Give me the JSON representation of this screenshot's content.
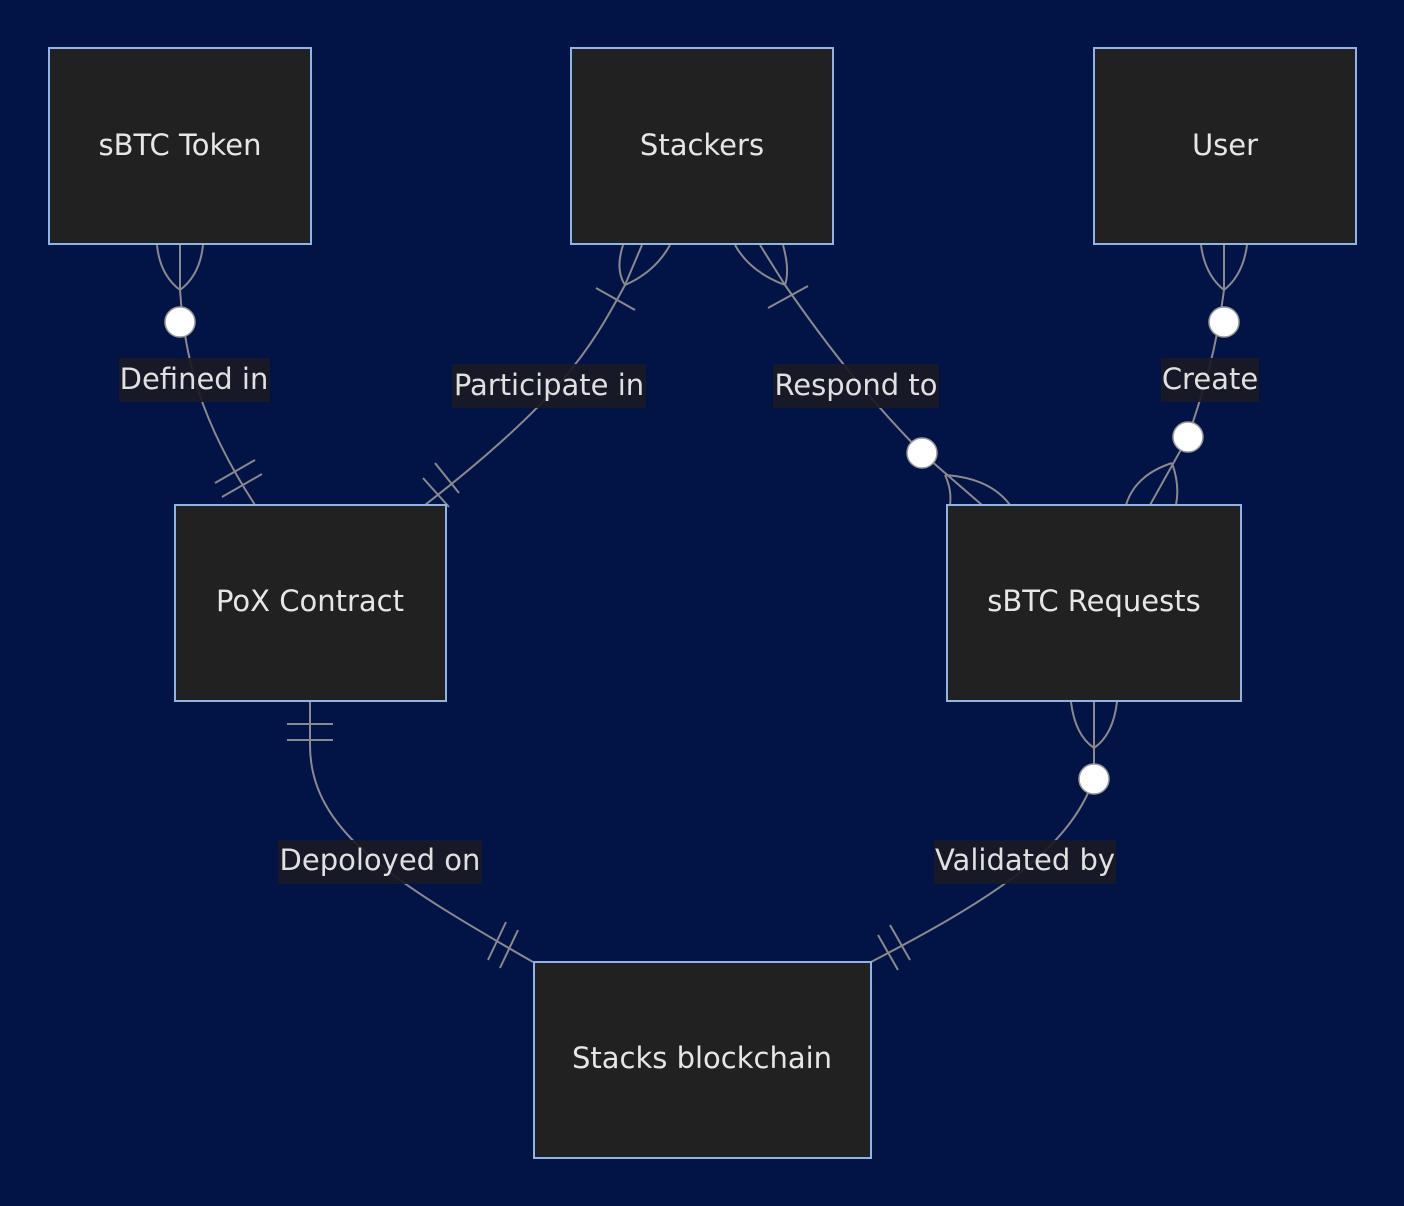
{
  "diagram": {
    "type": "entity-relationship",
    "colors": {
      "background": "#021346",
      "entity_fill": "#212121",
      "entity_border": "#8fb4e6",
      "line": "#8a8a8a",
      "text": "#e6e6e6"
    },
    "entities": [
      {
        "id": "sbtc_token",
        "label": "sBTC Token"
      },
      {
        "id": "stackers",
        "label": "Stackers"
      },
      {
        "id": "user",
        "label": "User"
      },
      {
        "id": "pox_contract",
        "label": "PoX Contract"
      },
      {
        "id": "sbtc_requests",
        "label": "sBTC Requests"
      },
      {
        "id": "stacks_blockchain",
        "label": "Stacks blockchain"
      }
    ],
    "relationships": [
      {
        "from": "sbtc_token",
        "to": "pox_contract",
        "label": "Defined in",
        "from_cardinality": "zero-or-many",
        "to_cardinality": "exactly-one"
      },
      {
        "from": "stackers",
        "to": "pox_contract",
        "label": "Participate in",
        "from_cardinality": "one-or-many",
        "to_cardinality": "exactly-one"
      },
      {
        "from": "stackers",
        "to": "sbtc_requests",
        "label": "Respond to",
        "from_cardinality": "one-or-many",
        "to_cardinality": "zero-or-many"
      },
      {
        "from": "user",
        "to": "sbtc_requests",
        "label": "Create",
        "from_cardinality": "zero-or-many",
        "to_cardinality": "zero-or-many"
      },
      {
        "from": "pox_contract",
        "to": "stacks_blockchain",
        "label": "Depoloyed on",
        "from_cardinality": "exactly-one",
        "to_cardinality": "exactly-one"
      },
      {
        "from": "sbtc_requests",
        "to": "stacks_blockchain",
        "label": "Validated by",
        "from_cardinality": "zero-or-many",
        "to_cardinality": "exactly-one"
      }
    ]
  }
}
